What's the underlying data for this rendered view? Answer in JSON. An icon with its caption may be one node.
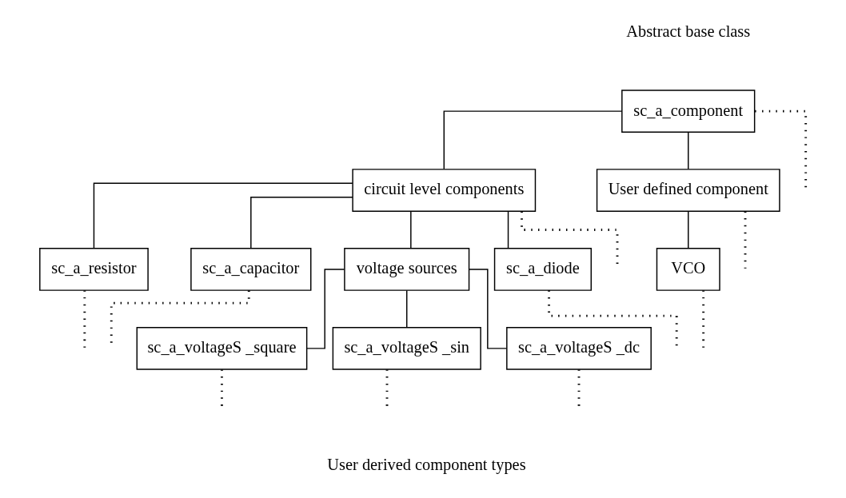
{
  "diagram": {
    "nodes": [
      {
        "text": [
          "sc_a_component"
        ],
        "beside": [
          "Abstract base class"
        ]
      },
      {
        "text": [
          "circuit level components"
        ]
      },
      {
        "text": [
          "User defined component"
        ]
      },
      {
        "text": [
          "sc_a_resistor"
        ]
      },
      {
        "text": [
          "sc_a_capacitor"
        ]
      },
      {
        "text": [
          "voltage sources"
        ]
      },
      {
        "text": [
          "sc_a_diode"
        ]
      },
      {
        "text": [
          "VCO"
        ]
      },
      {
        "text": [
          "sc_a_voltageS _square"
        ]
      },
      {
        "text": [
          "sc_a_voltageS _sin"
        ]
      },
      {
        "text": [
          "sc_a_voltageS _dc"
        ]
      }
    ],
    "edges": [
      {
        "from": 0,
        "to": 1,
        "arrow": "none"
      },
      {
        "from": 0,
        "to": 2,
        "arrow": "none"
      },
      {
        "from": 0,
        "to": null,
        "arrow": "none",
        "style": "dashed"
      },
      {
        "from": 1,
        "to": 3,
        "arrow": "none"
      },
      {
        "from": 1,
        "to": 4,
        "arrow": "none"
      },
      {
        "from": 1,
        "to": 5,
        "arrow": "none"
      },
      {
        "from": 1,
        "to": 6,
        "arrow": "none"
      },
      {
        "from": 1,
        "to": null,
        "arrow": "none",
        "style": "dashed"
      },
      {
        "from": 2,
        "to": 7,
        "arrow": "none"
      },
      {
        "from": 2,
        "to": null,
        "arrow": "none",
        "style": "dashed"
      },
      {
        "from": 3,
        "to": null,
        "arrow": "none",
        "style": "dashed"
      },
      {
        "from": 4,
        "to": null,
        "arrow": "none",
        "style": "dashed"
      },
      {
        "from": 5,
        "to": 8,
        "arrow": "none"
      },
      {
        "from": 5,
        "to": 9,
        "arrow": "none"
      },
      {
        "from": 5,
        "to": 10,
        "arrow": "none"
      },
      {
        "from": 6,
        "to": null,
        "arrow": "none",
        "style": "dashed"
      },
      {
        "from": 7,
        "to": null,
        "arrow": "none",
        "style": "dashed"
      },
      {
        "from": 8,
        "to": null,
        "arrow": "none",
        "style": "dashed"
      },
      {
        "from": 9,
        "to": null,
        "arrow": "none",
        "style": "dashed"
      },
      {
        "from": 10,
        "to": null,
        "arrow": "none",
        "style": "dashed"
      }
    ],
    "labels": [
      "User derived component types"
    ]
  }
}
